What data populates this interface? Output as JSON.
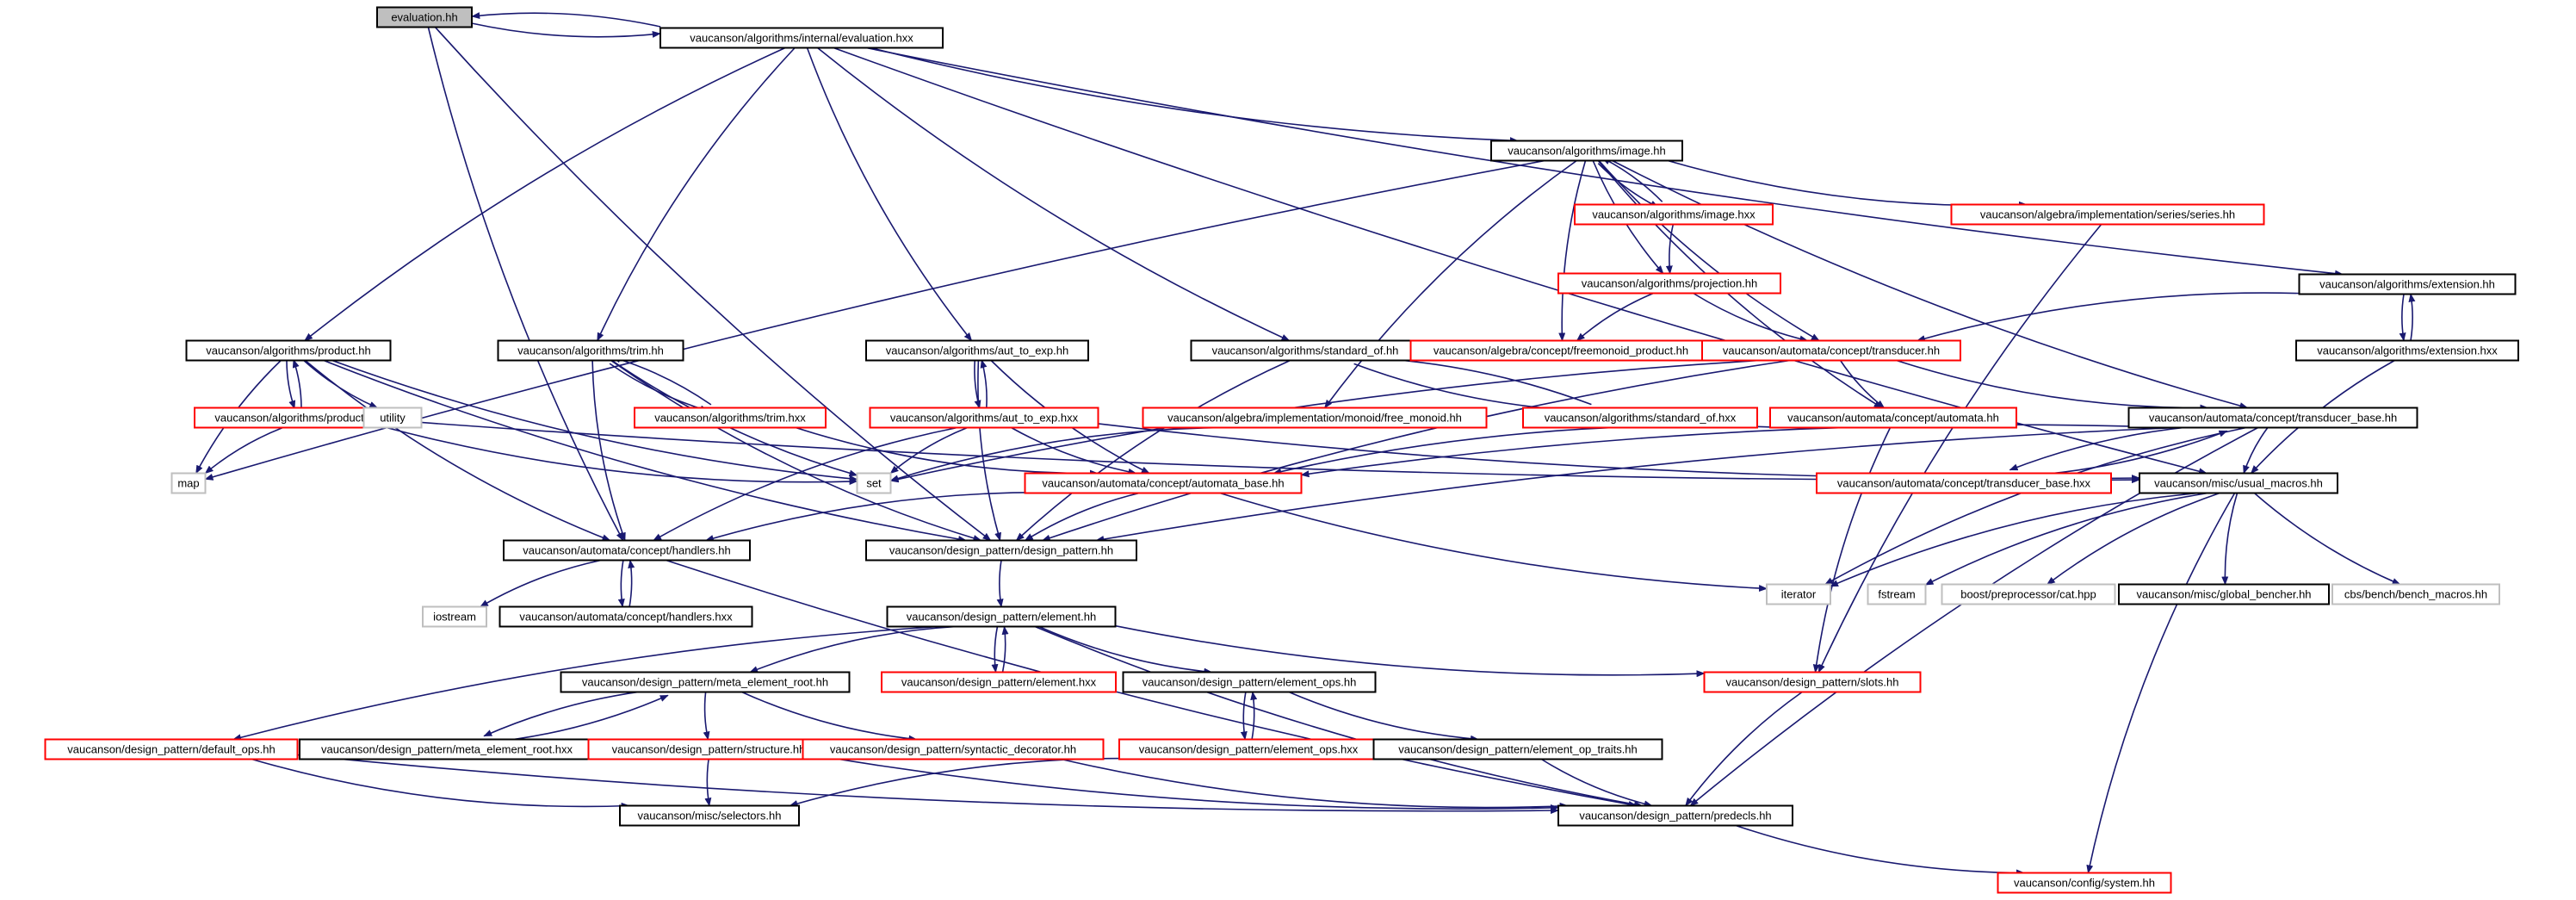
{
  "diagram": {
    "nodes": [
      {
        "id": "n_eval_hh",
        "label": "evaluation.hh",
        "kind": "root"
      },
      {
        "id": "n_eval_hxx",
        "label": "vaucanson/algorithms/internal/evaluation.hxx",
        "kind": "documented"
      },
      {
        "id": "n_image_hh",
        "label": "vaucanson/algorithms/image.hh",
        "kind": "documented"
      },
      {
        "id": "n_image_hxx",
        "label": "vaucanson/algorithms/image.hxx",
        "kind": "undocumented"
      },
      {
        "id": "n_series_hh",
        "label": "vaucanson/algebra/implementation/series/series.hh",
        "kind": "undocumented"
      },
      {
        "id": "n_projection_hh",
        "label": "vaucanson/algorithms/projection.hh",
        "kind": "undocumented"
      },
      {
        "id": "n_extension_hh",
        "label": "vaucanson/algorithms/extension.hh",
        "kind": "documented"
      },
      {
        "id": "n_extension_hxx",
        "label": "vaucanson/algorithms/extension.hxx",
        "kind": "documented"
      },
      {
        "id": "n_product_hh",
        "label": "vaucanson/algorithms/product.hh",
        "kind": "documented"
      },
      {
        "id": "n_trim_hh",
        "label": "vaucanson/algorithms/trim.hh",
        "kind": "documented"
      },
      {
        "id": "n_auttoexp_hh",
        "label": "vaucanson/algorithms/aut_to_exp.hh",
        "kind": "documented"
      },
      {
        "id": "n_standardof_hh",
        "label": "vaucanson/algorithms/standard_of.hh",
        "kind": "documented"
      },
      {
        "id": "n_freemonoid_product_hh",
        "label": "vaucanson/algebra/concept/freemonoid_product.hh",
        "kind": "undocumented"
      },
      {
        "id": "n_transducer_hh",
        "label": "vaucanson/automata/concept/transducer.hh",
        "kind": "undocumented"
      },
      {
        "id": "n_product_hxx",
        "label": "vaucanson/algorithms/product.hxx",
        "kind": "undocumented"
      },
      {
        "id": "n_utility",
        "label": "utility",
        "kind": "system"
      },
      {
        "id": "n_trim_hxx",
        "label": "vaucanson/algorithms/trim.hxx",
        "kind": "undocumented"
      },
      {
        "id": "n_auttoexp_hxx",
        "label": "vaucanson/algorithms/aut_to_exp.hxx",
        "kind": "undocumented"
      },
      {
        "id": "n_free_monoid_hh",
        "label": "vaucanson/algebra/implementation/monoid/free_monoid.hh",
        "kind": "undocumented"
      },
      {
        "id": "n_standardof_hxx",
        "label": "vaucanson/algorithms/standard_of.hxx",
        "kind": "undocumented"
      },
      {
        "id": "n_automata_hh",
        "label": "vaucanson/automata/concept/automata.hh",
        "kind": "undocumented"
      },
      {
        "id": "n_transducer_base_hh",
        "label": "vaucanson/automata/concept/transducer_base.hh",
        "kind": "documented"
      },
      {
        "id": "n_map",
        "label": "map",
        "kind": "system"
      },
      {
        "id": "n_set",
        "label": "set",
        "kind": "system"
      },
      {
        "id": "n_automata_base_hh",
        "label": "vaucanson/automata/concept/automata_base.hh",
        "kind": "undocumented"
      },
      {
        "id": "n_transducer_base_hxx",
        "label": "vaucanson/automata/concept/transducer_base.hxx",
        "kind": "undocumented"
      },
      {
        "id": "n_usual_macros_hh",
        "label": "vaucanson/misc/usual_macros.hh",
        "kind": "documented"
      },
      {
        "id": "n_handlers_hh",
        "label": "vaucanson/automata/concept/handlers.hh",
        "kind": "documented"
      },
      {
        "id": "n_design_pattern_hh",
        "label": "vaucanson/design_pattern/design_pattern.hh",
        "kind": "documented"
      },
      {
        "id": "n_iterator",
        "label": "iterator",
        "kind": "system"
      },
      {
        "id": "n_fstream",
        "label": "fstream",
        "kind": "system"
      },
      {
        "id": "n_cat_hpp",
        "label": "boost/preprocessor/cat.hpp",
        "kind": "system"
      },
      {
        "id": "n_global_bencher_hh",
        "label": "vaucanson/misc/global_bencher.hh",
        "kind": "documented"
      },
      {
        "id": "n_bench_macros_hh",
        "label": "cbs/bench/bench_macros.hh",
        "kind": "system"
      },
      {
        "id": "n_iostream",
        "label": "iostream",
        "kind": "system"
      },
      {
        "id": "n_handlers_hxx",
        "label": "vaucanson/automata/concept/handlers.hxx",
        "kind": "documented"
      },
      {
        "id": "n_element_hh",
        "label": "vaucanson/design_pattern/element.hh",
        "kind": "documented"
      },
      {
        "id": "n_meta_element_root_hh",
        "label": "vaucanson/design_pattern/meta_element_root.hh",
        "kind": "documented"
      },
      {
        "id": "n_element_hxx",
        "label": "vaucanson/design_pattern/element.hxx",
        "kind": "undocumented"
      },
      {
        "id": "n_element_ops_hh",
        "label": "vaucanson/design_pattern/element_ops.hh",
        "kind": "documented"
      },
      {
        "id": "n_slots_hh",
        "label": "vaucanson/design_pattern/slots.hh",
        "kind": "undocumented"
      },
      {
        "id": "n_default_ops_hh",
        "label": "vaucanson/design_pattern/default_ops.hh",
        "kind": "undocumented"
      },
      {
        "id": "n_meta_element_root_hxx",
        "label": "vaucanson/design_pattern/meta_element_root.hxx",
        "kind": "documented"
      },
      {
        "id": "n_structure_hh",
        "label": "vaucanson/design_pattern/structure.hh",
        "kind": "undocumented"
      },
      {
        "id": "n_syntactic_decorator_hh",
        "label": "vaucanson/design_pattern/syntactic_decorator.hh",
        "kind": "undocumented"
      },
      {
        "id": "n_element_ops_hxx",
        "label": "vaucanson/design_pattern/element_ops.hxx",
        "kind": "undocumented"
      },
      {
        "id": "n_element_op_traits_hh",
        "label": "vaucanson/design_pattern/element_op_traits.hh",
        "kind": "documented"
      },
      {
        "id": "n_selectors_hh",
        "label": "vaucanson/misc/selectors.hh",
        "kind": "documented"
      },
      {
        "id": "n_predecls_hh",
        "label": "vaucanson/design_pattern/predecls.hh",
        "kind": "documented"
      },
      {
        "id": "n_system_hh",
        "label": "vaucanson/config/system.hh",
        "kind": "undocumented"
      }
    ],
    "edges": [
      [
        "n_eval_hh",
        "n_eval_hxx"
      ],
      [
        "n_eval_hxx",
        "n_eval_hh"
      ],
      [
        "n_eval_hh",
        "n_handlers_hh"
      ],
      [
        "n_eval_hh",
        "n_design_pattern_hh"
      ],
      [
        "n_eval_hxx",
        "n_product_hh"
      ],
      [
        "n_eval_hxx",
        "n_trim_hh"
      ],
      [
        "n_eval_hxx",
        "n_auttoexp_hh"
      ],
      [
        "n_eval_hxx",
        "n_standardof_hh"
      ],
      [
        "n_eval_hxx",
        "n_image_hh"
      ],
      [
        "n_eval_hxx",
        "n_extension_hh"
      ],
      [
        "n_eval_hxx",
        "n_usual_macros_hh"
      ],
      [
        "n_image_hh",
        "n_image_hxx"
      ],
      [
        "n_image_hxx",
        "n_image_hh"
      ],
      [
        "n_image_hh",
        "n_series_hh"
      ],
      [
        "n_image_hh",
        "n_projection_hh"
      ],
      [
        "n_image_hh",
        "n_freemonoid_product_hh"
      ],
      [
        "n_image_hh",
        "n_transducer_hh"
      ],
      [
        "n_image_hh",
        "n_free_monoid_hh"
      ],
      [
        "n_image_hh",
        "n_automata_hh"
      ],
      [
        "n_image_hh",
        "n_transducer_base_hh"
      ],
      [
        "n_image_hh",
        "n_map"
      ],
      [
        "n_image_hxx",
        "n_projection_hh"
      ],
      [
        "n_projection_hh",
        "n_freemonoid_product_hh"
      ],
      [
        "n_projection_hh",
        "n_transducer_hh"
      ],
      [
        "n_series_hh",
        "n_slots_hh"
      ],
      [
        "n_extension_hh",
        "n_extension_hxx"
      ],
      [
        "n_extension_hxx",
        "n_extension_hh"
      ],
      [
        "n_extension_hh",
        "n_transducer_hh"
      ],
      [
        "n_extension_hxx",
        "n_usual_macros_hh"
      ],
      [
        "n_product_hh",
        "n_product_hxx"
      ],
      [
        "n_product_hxx",
        "n_product_hh"
      ],
      [
        "n_product_hh",
        "n_utility"
      ],
      [
        "n_product_hh",
        "n_map"
      ],
      [
        "n_product_hh",
        "n_set"
      ],
      [
        "n_product_hh",
        "n_handlers_hh"
      ],
      [
        "n_product_hh",
        "n_design_pattern_hh"
      ],
      [
        "n_product_hxx",
        "n_map"
      ],
      [
        "n_product_hxx",
        "n_set"
      ],
      [
        "n_product_hxx",
        "n_usual_macros_hh"
      ],
      [
        "n_trim_hh",
        "n_trim_hxx"
      ],
      [
        "n_trim_hxx",
        "n_trim_hh"
      ],
      [
        "n_trim_hh",
        "n_set"
      ],
      [
        "n_trim_hh",
        "n_handlers_hh"
      ],
      [
        "n_trim_hh",
        "n_design_pattern_hh"
      ],
      [
        "n_trim_hxx",
        "n_automata_base_hh"
      ],
      [
        "n_auttoexp_hh",
        "n_auttoexp_hxx"
      ],
      [
        "n_auttoexp_hxx",
        "n_auttoexp_hh"
      ],
      [
        "n_auttoexp_hh",
        "n_automata_base_hh"
      ],
      [
        "n_auttoexp_hh",
        "n_design_pattern_hh"
      ],
      [
        "n_auttoexp_hxx",
        "n_set"
      ],
      [
        "n_auttoexp_hxx",
        "n_automata_base_hh"
      ],
      [
        "n_auttoexp_hxx",
        "n_handlers_hh"
      ],
      [
        "n_auttoexp_hxx",
        "n_usual_macros_hh"
      ],
      [
        "n_standardof_hh",
        "n_standardof_hxx"
      ],
      [
        "n_standardof_hxx",
        "n_standardof_hh"
      ],
      [
        "n_standardof_hh",
        "n_design_pattern_hh"
      ],
      [
        "n_transducer_hh",
        "n_automata_hh"
      ],
      [
        "n_transducer_hh",
        "n_transducer_base_hh"
      ],
      [
        "n_transducer_hh",
        "n_set"
      ],
      [
        "n_transducer_hh",
        "n_design_pattern_hh"
      ],
      [
        "n_free_monoid_hh",
        "n_set"
      ],
      [
        "n_automata_hh",
        "n_automata_base_hh"
      ],
      [
        "n_automata_hh",
        "n_slots_hh"
      ],
      [
        "n_transducer_base_hh",
        "n_transducer_base_hxx"
      ],
      [
        "n_transducer_base_hxx",
        "n_transducer_base_hh"
      ],
      [
        "n_transducer_base_hh",
        "n_usual_macros_hh"
      ],
      [
        "n_transducer_base_hh",
        "n_automata_base_hh"
      ],
      [
        "n_transducer_base_hh",
        "n_predecls_hh"
      ],
      [
        "n_transducer_base_hh",
        "n_iterator"
      ],
      [
        "n_transducer_base_hh",
        "n_design_pattern_hh"
      ],
      [
        "n_automata_base_hh",
        "n_handlers_hh"
      ],
      [
        "n_automata_base_hh",
        "n_design_pattern_hh"
      ],
      [
        "n_automata_base_hh",
        "n_iterator"
      ],
      [
        "n_usual_macros_hh",
        "n_iterator"
      ],
      [
        "n_usual_macros_hh",
        "n_fstream"
      ],
      [
        "n_usual_macros_hh",
        "n_cat_hpp"
      ],
      [
        "n_usual_macros_hh",
        "n_global_bencher_hh"
      ],
      [
        "n_usual_macros_hh",
        "n_bench_macros_hh"
      ],
      [
        "n_usual_macros_hh",
        "n_system_hh"
      ],
      [
        "n_handlers_hh",
        "n_handlers_hxx"
      ],
      [
        "n_handlers_hxx",
        "n_handlers_hh"
      ],
      [
        "n_handlers_hh",
        "n_iostream"
      ],
      [
        "n_handlers_hh",
        "n_predecls_hh"
      ],
      [
        "n_design_pattern_hh",
        "n_element_hh"
      ],
      [
        "n_element_hh",
        "n_element_hxx"
      ],
      [
        "n_element_hxx",
        "n_element_hh"
      ],
      [
        "n_element_hh",
        "n_meta_element_root_hh"
      ],
      [
        "n_element_hh",
        "n_element_ops_hh"
      ],
      [
        "n_element_hh",
        "n_default_ops_hh"
      ],
      [
        "n_element_hh",
        "n_slots_hh"
      ],
      [
        "n_element_hh",
        "n_predecls_hh"
      ],
      [
        "n_meta_element_root_hh",
        "n_meta_element_root_hxx"
      ],
      [
        "n_meta_element_root_hxx",
        "n_meta_element_root_hh"
      ],
      [
        "n_meta_element_root_hh",
        "n_structure_hh"
      ],
      [
        "n_meta_element_root_hh",
        "n_syntactic_decorator_hh"
      ],
      [
        "n_element_ops_hh",
        "n_element_ops_hxx"
      ],
      [
        "n_element_ops_hxx",
        "n_element_ops_hh"
      ],
      [
        "n_element_ops_hh",
        "n_element_op_traits_hh"
      ],
      [
        "n_element_ops_hxx",
        "n_selectors_hh"
      ],
      [
        "n_default_ops_hh",
        "n_selectors_hh"
      ],
      [
        "n_default_ops_hh",
        "n_predecls_hh"
      ],
      [
        "n_structure_hh",
        "n_selectors_hh"
      ],
      [
        "n_structure_hh",
        "n_predecls_hh"
      ],
      [
        "n_syntactic_decorator_hh",
        "n_predecls_hh"
      ],
      [
        "n_element_op_traits_hh",
        "n_predecls_hh"
      ],
      [
        "n_slots_hh",
        "n_predecls_hh"
      ],
      [
        "n_predecls_hh",
        "n_system_hh"
      ]
    ],
    "colors": {
      "edge": "#191970",
      "root_fill": "#bfbfbf",
      "documented_border": "#000000",
      "undocumented_border": "#ff0000",
      "system_border": "#bfbfbf",
      "background": "#ffffff"
    }
  }
}
